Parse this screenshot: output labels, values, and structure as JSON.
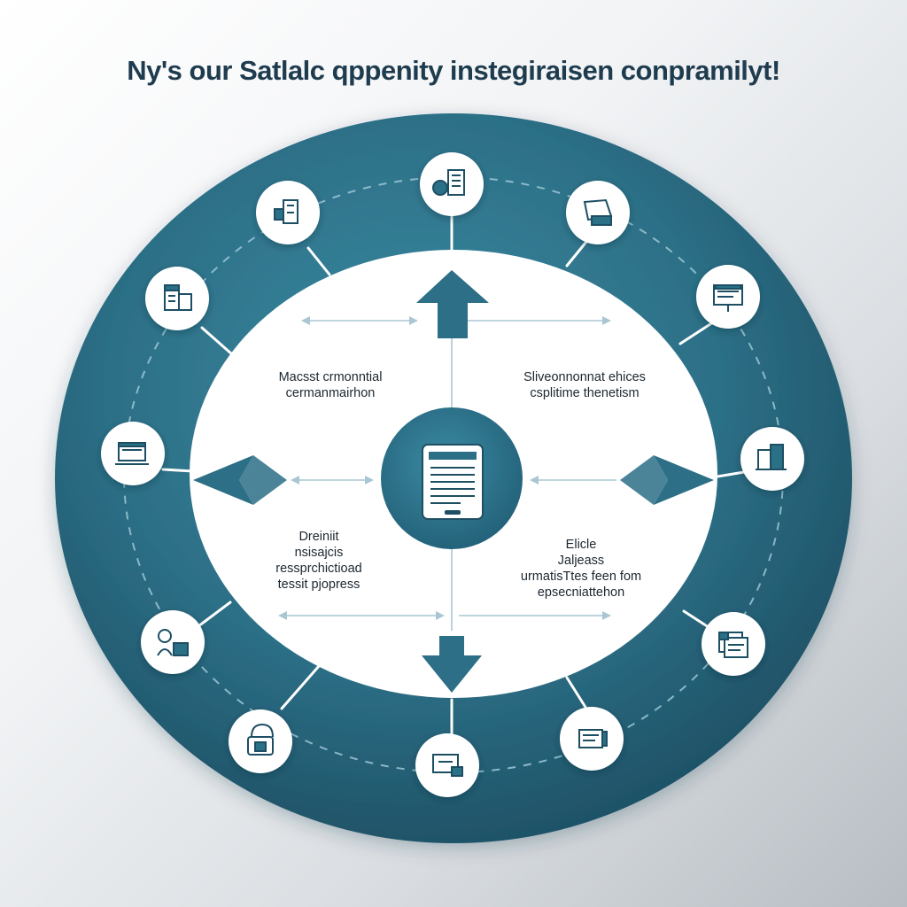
{
  "diagram": {
    "title": "Ny's our Satlalc qppenity instegiraisen conpramilyt!",
    "colors": {
      "ring": "#2c6f86",
      "ring_dark": "#1e4f63",
      "hub": "#2f7890",
      "arrow": "#2c6f86",
      "node_bg": "#ffffff",
      "connector": "#ffffff"
    },
    "labels": {
      "top_left": "Macsst crmonntial\ncermanmairhon",
      "top_right": "Sliveonnonnat ehices\ncsplitime thenetism",
      "bottom_left": "Dreiniit\nnsisajcis\nressprchictioad\ntessit pjopress",
      "bottom_right": "Elicle\nJaljeass\nurmatisTtes feen fom\nepsecniattehon"
    },
    "hub_icon": "document-tablet-icon",
    "nodes": [
      {
        "id": "top",
        "icon": "calculator-document-icon"
      },
      {
        "id": "top-right",
        "icon": "printer-icon"
      },
      {
        "id": "right-upper",
        "icon": "presentation-screen-icon"
      },
      {
        "id": "right",
        "icon": "building-stack-icon"
      },
      {
        "id": "right-lower",
        "icon": "file-cards-icon"
      },
      {
        "id": "bottom-right",
        "icon": "notebook-icon"
      },
      {
        "id": "bottom",
        "icon": "monitor-lock-icon"
      },
      {
        "id": "bottom-left",
        "icon": "lock-bag-icon"
      },
      {
        "id": "left-lower",
        "icon": "person-device-icon"
      },
      {
        "id": "left",
        "icon": "laptop-window-icon"
      },
      {
        "id": "left-upper",
        "icon": "building-office-icon"
      },
      {
        "id": "top-left",
        "icon": "device-network-icon"
      }
    ]
  }
}
